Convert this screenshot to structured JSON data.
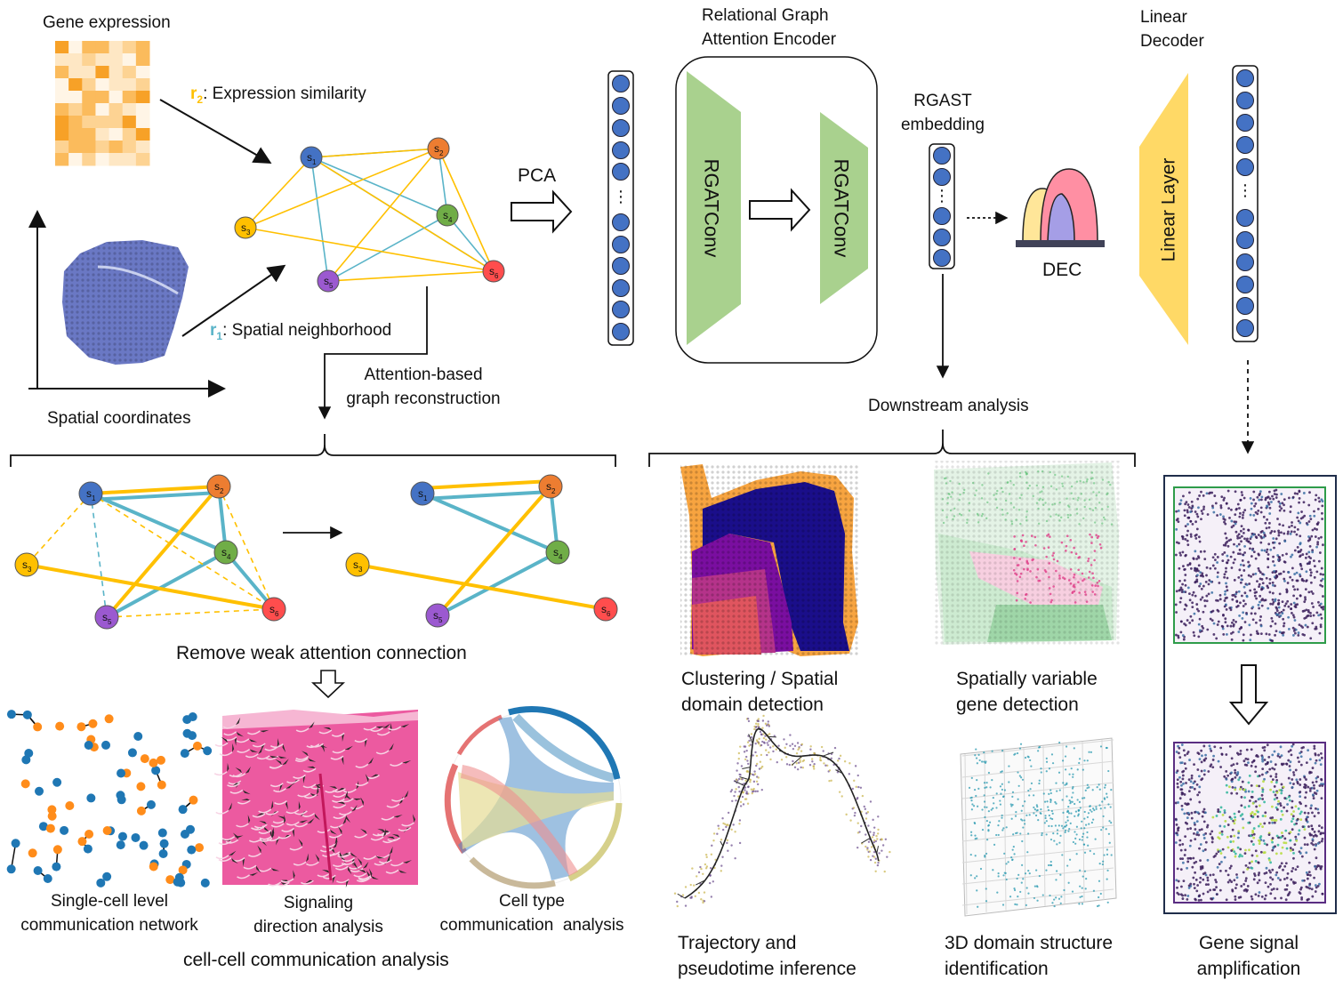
{
  "labels": {
    "gene_expression": "Gene expression",
    "expression_similarity_prefix": "r",
    "expression_similarity_sub": "2",
    "expression_similarity": ": Expression similarity",
    "spatial_neighborhood_prefix": "r",
    "spatial_neighborhood_sub": "1",
    "spatial_neighborhood": ": Spatial neighborhood",
    "spatial_coordinates": "Spatial coordinates",
    "pca": "PCA",
    "encoder_title_1": "Relational Graph",
    "encoder_title_2": "Attention Encoder",
    "rgatconv": "RGATConv",
    "rgast_embedding_1": "RGAST",
    "rgast_embedding_2": "embedding",
    "dec": "DEC",
    "decoder_title_1": "Linear",
    "decoder_title_2": "Decoder",
    "linear_layer": "Linear Layer",
    "attention_recon_1": "Attention-based",
    "attention_recon_2": "graph reconstruction",
    "downstream": "Downstream analysis",
    "remove_weak": "Remove weak attention connection",
    "single_cell_1": "Single-cell level",
    "single_cell_2": "communication network",
    "signaling_1": "Signaling",
    "signaling_2": "direction analysis",
    "celltype_1": "Cell type",
    "celltype_2": "communication  analysis",
    "ccc": "cell-cell communication analysis",
    "clustering_1": "Clustering / Spatial",
    "clustering_2": "domain detection",
    "svg_1": "Spatially variable",
    "svg_2": "gene detection",
    "trajectory_1": "Trajectory and",
    "trajectory_2": "pseudotime inference",
    "domain3d_1": "3D domain structure",
    "domain3d_2": "identification",
    "amplification_1": "Gene signal",
    "amplification_2": "amplification",
    "ellipsis": "⋮"
  },
  "nodes": [
    {
      "id": "s1",
      "label": "s",
      "sub": "1",
      "color": "#4472c4"
    },
    {
      "id": "s2",
      "label": "s",
      "sub": "2",
      "color": "#ed7d31"
    },
    {
      "id": "s3",
      "label": "s",
      "sub": "3",
      "color": "#ffc000"
    },
    {
      "id": "s4",
      "label": "s",
      "sub": "4",
      "color": "#70ad47"
    },
    {
      "id": "s5",
      "label": "s",
      "sub": "5",
      "color": "#9b59d0"
    },
    {
      "id": "s6",
      "label": "s",
      "sub": "6",
      "color": "#ff4d4d"
    }
  ],
  "colors": {
    "spatial_edge": "#5ab4c8",
    "expression_edge": "#ffc000",
    "encoder_green": "#a9d18e",
    "decoder_yellow": "#ffd966",
    "vector_node": "#4472c4"
  }
}
